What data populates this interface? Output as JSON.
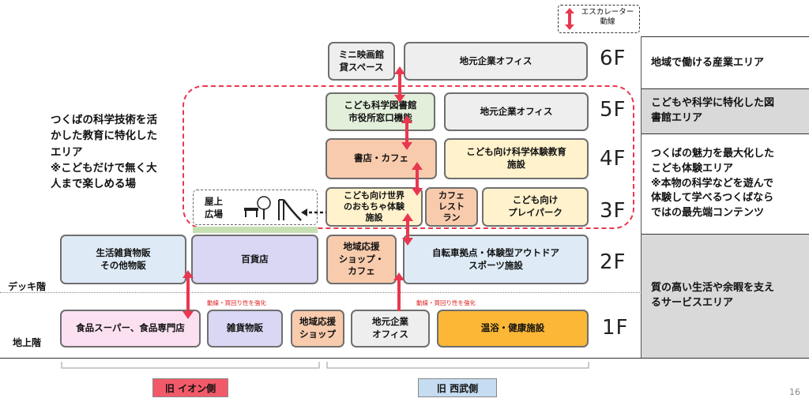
{
  "legend": {
    "label": "エスカレーター\n動線"
  },
  "floors": {
    "f6": "6F",
    "f5": "5F",
    "f4": "4F",
    "f3": "3F",
    "f2": "2F",
    "f1": "1F"
  },
  "boxes": {
    "mini_cinema": "ミニ映画館\n貸スペース",
    "office_6f": "地元企業オフィス",
    "kids_library": "こども科学図書館\n市役所窓口機能",
    "office_5f": "地元企業オフィス",
    "bookstore_cafe": "書店・カフェ",
    "kids_science": "こども向け科学体験教育\n施設",
    "toy_museum": "こども向け世界\nのおもちゃ体験\n施設",
    "cafe_restaurant": "カフェ\nレスト\nラン",
    "kids_playpark": "こども向け\nプレイパーク",
    "rooftop": "屋上\n広場",
    "household_goods": "生活雑貨物販\nその他物販",
    "department_store": "百貨店",
    "local_shop_cafe": "地域応援\nショップ・\nカフェ",
    "bicycle_outdoor": "自転車拠点・体験型アウトドア\nスポーツ施設",
    "food_supermarket": "食品スーパー、食品専門店",
    "general_goods": "雑貨物販",
    "local_shop": "地域応援\nショップ",
    "office_1f": "地元企業\nオフィス",
    "hot_spring": "温浴・健康施設"
  },
  "level_labels": {
    "deck": "デッキ階",
    "ground": "地上階"
  },
  "notes": {
    "left": "動線・買回り性を強化",
    "right": "動線・買回り性を強化"
  },
  "left_callout": "つくばの科学技術を活\nかした教育に特化した\nエリア\n※こどもだけで無く大\n人まで楽しめる場",
  "side_descriptions": {
    "f6": "地域で働ける産業エリア",
    "f5": "こどもや科学に特化した図\n書館エリア",
    "f34": "つくばの魅力を最大化した\nこども体験エリア\n※本物の科学などを遊んで\n体験して学べるつくばなら\nではの最先端コンテンツ",
    "f12": "質の高い生活や余暇を支え\nるサービスエリア"
  },
  "bottom_labels": {
    "aeon": "旧 イオン側",
    "seibu": "旧  西武側"
  },
  "page_number": "16",
  "colors": {
    "escalator": "#e8384f",
    "dashed_area": "#e8384f",
    "gray_band": "#d9d9d9",
    "aeon_label": "#f25a6a",
    "seibu_label": "#c5dcf1"
  }
}
